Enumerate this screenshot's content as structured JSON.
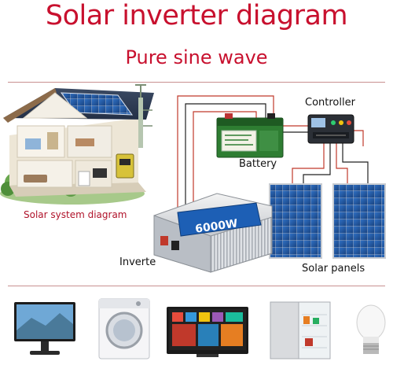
{
  "header": {
    "title": "Solar inverter diagram",
    "subtitle": "Pure sine wave"
  },
  "labels": {
    "controller": "Controller",
    "battery": "Battery",
    "solar_system": "Solar system diagram",
    "inverter": "Inverte",
    "solar_panels": "Solar panels"
  },
  "device_text": {
    "inverter_rating": "6000W"
  },
  "appliances": [
    {
      "icon": "monitor-icon"
    },
    {
      "icon": "washing-machine-icon"
    },
    {
      "icon": "television-icon"
    },
    {
      "icon": "refrigerator-icon"
    },
    {
      "icon": "light-bulb-icon"
    }
  ],
  "colors": {
    "title": "#c8102e",
    "divider": "#c89090",
    "wire_red": "#c0392b",
    "wire_black": "#222222",
    "battery_green": "#2e7d32",
    "panel_blue": "#1f5aa6"
  }
}
